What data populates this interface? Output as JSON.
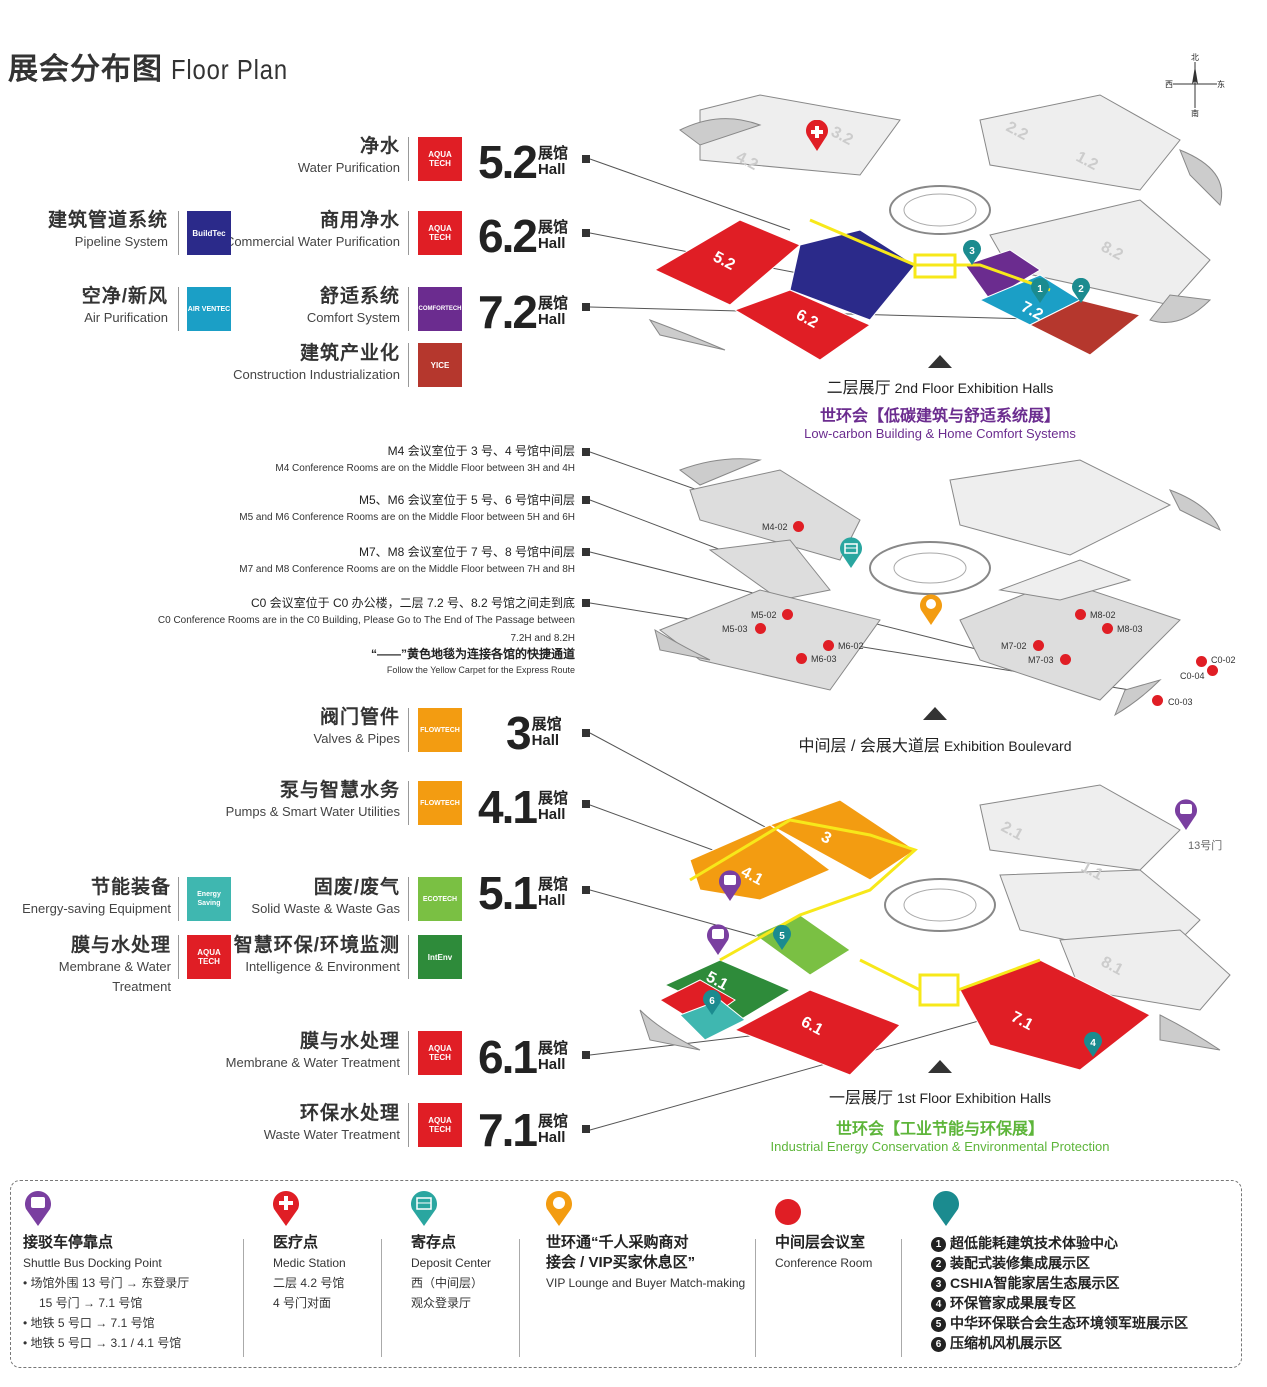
{
  "page_title": {
    "cn": "展会分布图",
    "en": "Floor Plan"
  },
  "compass": {
    "n": "北",
    "w": "西",
    "e": "东",
    "s": "南"
  },
  "categories_left_top": [
    {
      "cn": "净水",
      "en": "Water Purification",
      "logo": "AQUA TECH"
    },
    {
      "cn": "商用净水",
      "en": "Commercial Water Purification",
      "logo": "AQUA TECH"
    },
    {
      "cn": "舒适系统",
      "en": "Comfort System",
      "logo": "COMFORTECH"
    },
    {
      "cn": "建筑产业化",
      "en": "Construction Industrialization",
      "logo": "YICE"
    }
  ],
  "categories_far_left_top": [
    {
      "cn": "建筑管道系统",
      "en": "Pipeline System",
      "logo": "BuildTec"
    },
    {
      "cn": "空净/新风",
      "en": "Air Purification",
      "logo": "AIR VENTEC"
    }
  ],
  "halls_top": [
    {
      "num": "5.2",
      "cn": "展馆",
      "en": "Hall"
    },
    {
      "num": "6.2",
      "cn": "展馆",
      "en": "Hall"
    },
    {
      "num": "7.2",
      "cn": "展馆",
      "en": "Hall"
    }
  ],
  "floor2": {
    "label_cn": "二层展厅",
    "label_en": "2nd Floor Exhibition Halls",
    "expo_cn": "世环会【低碳建筑与舒适系统展】",
    "expo_en": "Low-carbon Building & Home Comfort Systems",
    "hall_marks": [
      "4.2",
      "3.2",
      "2.2",
      "1.2",
      "8.2",
      "5.2",
      "6.2",
      "7.2"
    ]
  },
  "conferences": [
    {
      "cn": "M4 会议室位于 3 号、4 号馆中间层",
      "en": "M4 Conference Rooms are on the Middle Floor between 3H and 4H"
    },
    {
      "cn": "M5、M6 会议室位于 5 号、6 号馆中间层",
      "en": "M5 and M6 Conference Rooms are on the Middle Floor between 5H and 6H"
    },
    {
      "cn": "M7、M8 会议室位于 7 号、8 号馆中间层",
      "en": "M7 and M8 Conference Rooms are on the Middle Floor between 7H and 8H"
    },
    {
      "cn": "C0 会议室位于 C0 办公楼，二层 7.2 号、8.2 号馆之间走到底",
      "en": "C0 Conference Rooms are in the C0 Building, Please Go to The End of The Passage between 7.2H and 8.2H"
    }
  ],
  "yellow_route": {
    "cn": "“——”黄色地毯为连接各馆的快捷通道",
    "en": "Follow the Yellow Carpet for the Express Route"
  },
  "mid_floor": {
    "label_cn": "中间层 / 会展大道层",
    "label_en": "Exhibition Boulevard",
    "rooms": [
      "M4-02",
      "M5-02",
      "M5-03",
      "M6-02",
      "M6-03",
      "M7-02",
      "M7-03",
      "M8-02",
      "M8-03",
      "C0-02",
      "C0-04",
      "C0-03"
    ]
  },
  "categories_left_bottom": [
    {
      "cn": "阀门管件",
      "en": "Valves & Pipes",
      "logo": "FLOWTECH"
    },
    {
      "cn": "泵与智慧水务",
      "en": "Pumps & Smart Water Utilities",
      "logo": "FLOWTECH"
    },
    {
      "cn": "固废/废气",
      "en": "Solid Waste & Waste Gas",
      "logo": "ECOTECH"
    },
    {
      "cn": "智慧环保/环境监测",
      "en": "Intelligence & Environment",
      "logo": "IntEnv"
    },
    {
      "cn": "膜与水处理",
      "en": "Membrane & Water Treatment",
      "logo": "AQUA TECH"
    },
    {
      "cn": "环保水处理",
      "en": "Waste Water Treatment",
      "logo": "AQUA TECH"
    }
  ],
  "categories_far_left_bottom": [
    {
      "cn": "节能装备",
      "en": "Energy-saving Equipment",
      "logo": "Energy Saving"
    },
    {
      "cn": "膜与水处理",
      "en": "Membrane & Water Treatment",
      "logo": "AQUA TECH"
    }
  ],
  "halls_bottom": [
    {
      "num": "3",
      "cn": "展馆",
      "en": "Hall"
    },
    {
      "num": "4.1",
      "cn": "展馆",
      "en": "Hall"
    },
    {
      "num": "5.1",
      "cn": "展馆",
      "en": "Hall"
    },
    {
      "num": "6.1",
      "cn": "展馆",
      "en": "Hall"
    },
    {
      "num": "7.1",
      "cn": "展馆",
      "en": "Hall"
    }
  ],
  "floor1": {
    "label_cn": "一层展厅",
    "label_en": "1st Floor Exhibition Halls",
    "expo_cn": "世环会【工业节能与环保展】",
    "expo_en": "Industrial Energy Conservation & Environmental Protection",
    "gate": "13号门",
    "hall_marks": [
      "2.1",
      "1.1",
      "8.1",
      "3",
      "4.1",
      "5.1",
      "6.1",
      "7.1"
    ]
  },
  "legend": {
    "shuttle": {
      "cn": "接驳车停靠点",
      "en": "Shuttle Bus Docking Point",
      "items": [
        "场馆外围 13 号门 → 东登录厅",
        "15 号门 → 7.1 号馆",
        "地铁 5 号口 → 7.1 号馆",
        "地铁 5 号口 → 3.1 / 4.1 号馆"
      ]
    },
    "medic": {
      "cn": "医疗点",
      "en": "Medic Station",
      "l1": "二层 4.2 号馆",
      "l2": "4 号门对面"
    },
    "deposit": {
      "cn": "寄存点",
      "en": "Deposit Center",
      "l1": "西（中间层）",
      "l2": "观众登录厅"
    },
    "vip": {
      "cn1": "世环通“千人采购商对",
      "cn2": "接会 / VIP买家休息区”",
      "en": "VIP Lounge and Buyer Match-making"
    },
    "conf": {
      "cn": "中间层会议室",
      "en": "Conference Room"
    },
    "zones": [
      {
        "n": "1",
        "t": "超低能耗建筑技术体验中心"
      },
      {
        "n": "2",
        "t": "装配式装修集成展示区"
      },
      {
        "n": "3",
        "t": "CSHIA智能家居生态展示区"
      },
      {
        "n": "4",
        "t": "环保管家成果展专区"
      },
      {
        "n": "5",
        "t": "中华环保联合会生态环境领军班展示区"
      },
      {
        "n": "6",
        "t": "压缩机风机展示区"
      }
    ]
  },
  "colors": {
    "red": "#e01e25",
    "navy": "#2b2a8a",
    "purple": "#6b2c8f",
    "teal": "#1b9fc6",
    "brick": "#b5372d",
    "orange": "#f39c11",
    "green": "#7ac043",
    "darkgreen": "#2e8b3a",
    "cyan": "#3fb7b0",
    "yellow": "#f7e81a"
  }
}
